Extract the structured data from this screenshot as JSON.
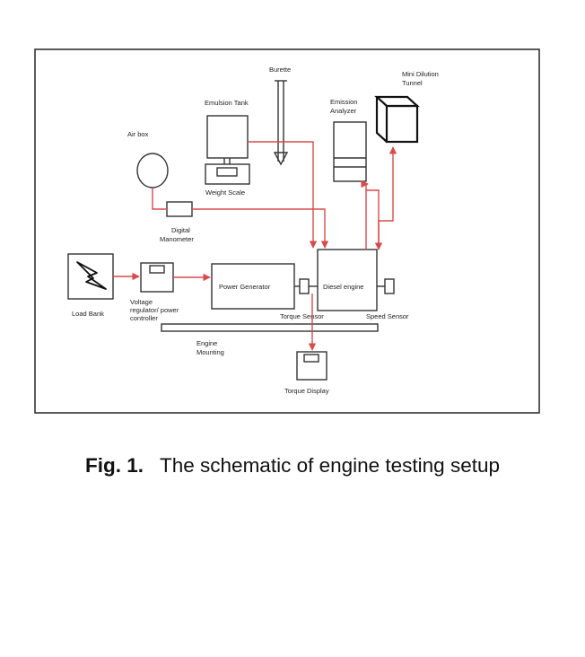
{
  "diagram": {
    "labels": {
      "burette": "Burette",
      "mini_dilution_tunnel": [
        "Mini Dilution",
        "Tunnel"
      ],
      "emulsion_tank": "Emulsion Tank",
      "emission_analyzer": [
        "Emission",
        "Analyzer"
      ],
      "air_box": "Air box",
      "weight_scale": "Weight Scale",
      "digital_manometer": [
        "Digital",
        "Manometer"
      ],
      "load_bank": "Load Bank",
      "voltage_regulator": [
        "Voltage",
        "regulator/ power",
        "controller"
      ],
      "power_generator": "Power Generator",
      "diesel_engine": "Diesel engine",
      "torque_sensor": "Torque Sensor",
      "speed_sensor": "Speed Sensor",
      "engine_mounting": [
        "Engine",
        "Mounting"
      ],
      "torque_display": "Torque Display"
    },
    "colors": {
      "flow_line": "#d94a4a",
      "outline": "#333333"
    }
  },
  "caption": {
    "number": "Fig. 1.",
    "text": "The schematic of engine testing setup"
  }
}
